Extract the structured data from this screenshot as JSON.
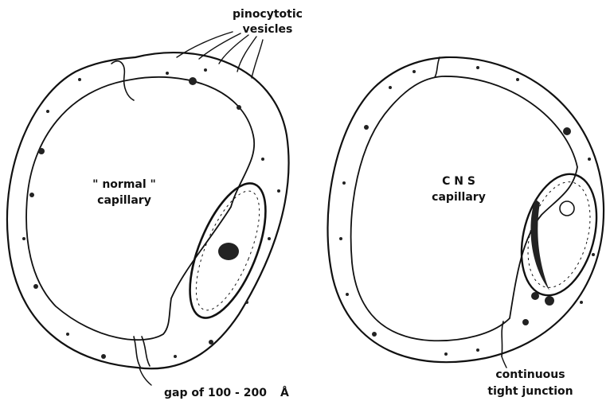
{
  "labels": {
    "pinocytotic_line1": "pinocytotic",
    "pinocytotic_line2": "vesicles",
    "normal_line1": "\" normal \"",
    "normal_line2": "capillary",
    "cns_line1": "C N S",
    "cns_line2": "capillary",
    "gap_text": "gap of 100 - 200",
    "gap_unit": "Å",
    "tight_line1": "continuous",
    "tight_line2": "tight junction"
  }
}
